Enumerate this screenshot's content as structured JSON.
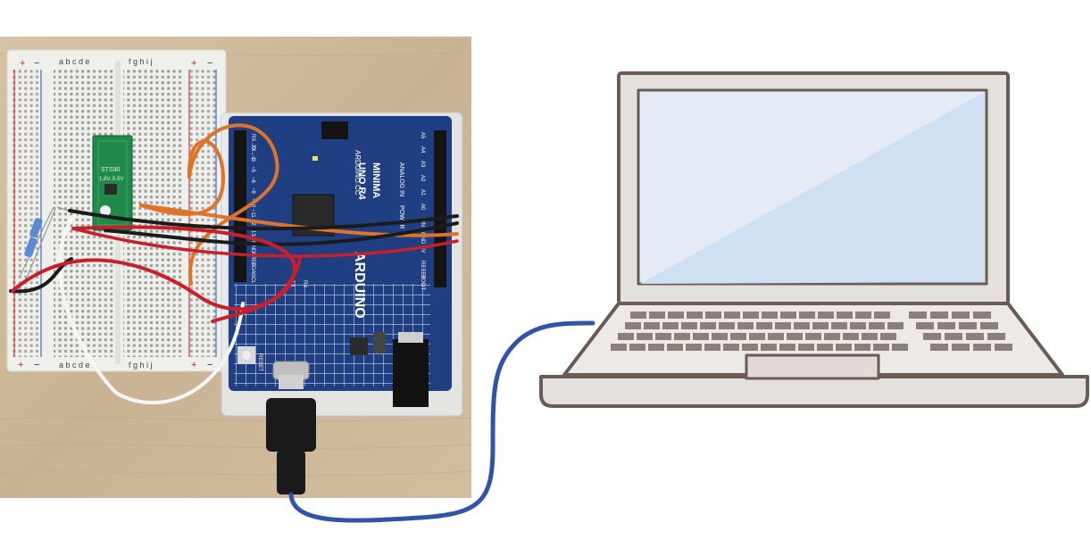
{
  "breadboard": {
    "columns_left": "a b c d e",
    "columns_right": "f g h i j",
    "rail_plus": "+",
    "rail_minus": "−"
  },
  "sensor_module": {
    "label_1": "STS30",
    "label_2": "1.8V..5.5V"
  },
  "arduino": {
    "brand": "ARDUINO.CC",
    "model_1": "UNO R4",
    "model_2": "MINIMA",
    "logo_text": "ARDUINO",
    "analog_in_label": "ANALOG IN",
    "power_label": "POWER",
    "pin_labels_right": [
      "A5",
      "A4",
      "A3",
      "A2",
      "A1",
      "A0",
      "VIN",
      "GND",
      "5V",
      "RESET",
      "BOOT"
    ],
    "pin_labels_left": [
      "RX→0",
      "TX←1",
      "~3",
      "~5",
      "~6",
      "~9",
      "~10",
      "~11",
      "12",
      "13",
      "GND",
      "AREF",
      "SDA",
      "SCL"
    ],
    "reset_label": "RESET",
    "tx_label": "TX",
    "rx_label": "RX"
  },
  "colors": {
    "wood": "#cdb89a",
    "breadboard": "#eeeeea",
    "board_blue": "#1f3f82",
    "wire_orange": "#e0732a",
    "wire_red": "#c8202a",
    "wire_black": "#1b1b1b",
    "wire_white": "#f6f6f6",
    "usb_cable": "#2e55a8",
    "laptop_outline": "#6b5b55",
    "laptop_body": "#e4e0dd",
    "screen": "#cfe0f2"
  }
}
